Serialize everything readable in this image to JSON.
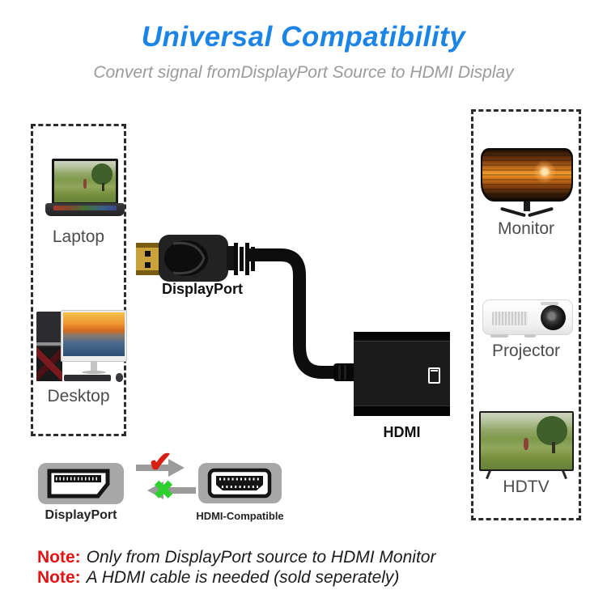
{
  "header": {
    "title": "Universal Compatibility",
    "subtitle": "Convert signal fromDisplayPort Source to HDMI Display",
    "title_color": "#1b84e6",
    "subtitle_color": "#9b9b9b"
  },
  "sources": {
    "items": [
      {
        "name": "laptop",
        "label": "Laptop"
      },
      {
        "name": "desktop",
        "label": "Desktop"
      }
    ]
  },
  "adapter": {
    "input_label": "DisplayPort",
    "output_label": "HDMI"
  },
  "displays": {
    "items": [
      {
        "name": "monitor",
        "label": "Monitor"
      },
      {
        "name": "projector",
        "label": "Projector"
      },
      {
        "name": "hdtv",
        "label": "HDTV"
      }
    ]
  },
  "compatibility": {
    "source_label": "DisplayPort",
    "target_label": "HDMI-Compatible",
    "check_glyph": "✔",
    "cross_glyph": "✖",
    "check_color": "#d81d12",
    "cross_color": "#2dd12d",
    "arrow_color": "#9b9b9b",
    "badge_background": "#a7a7a7"
  },
  "notes": [
    {
      "prefix": "Note:",
      "text": "Only from DisplayPort source to HDMI Monitor"
    },
    {
      "prefix": "Note:",
      "text": "A HDMI cable is needed (sold seperately)"
    }
  ],
  "note_prefix_color": "#e01414"
}
